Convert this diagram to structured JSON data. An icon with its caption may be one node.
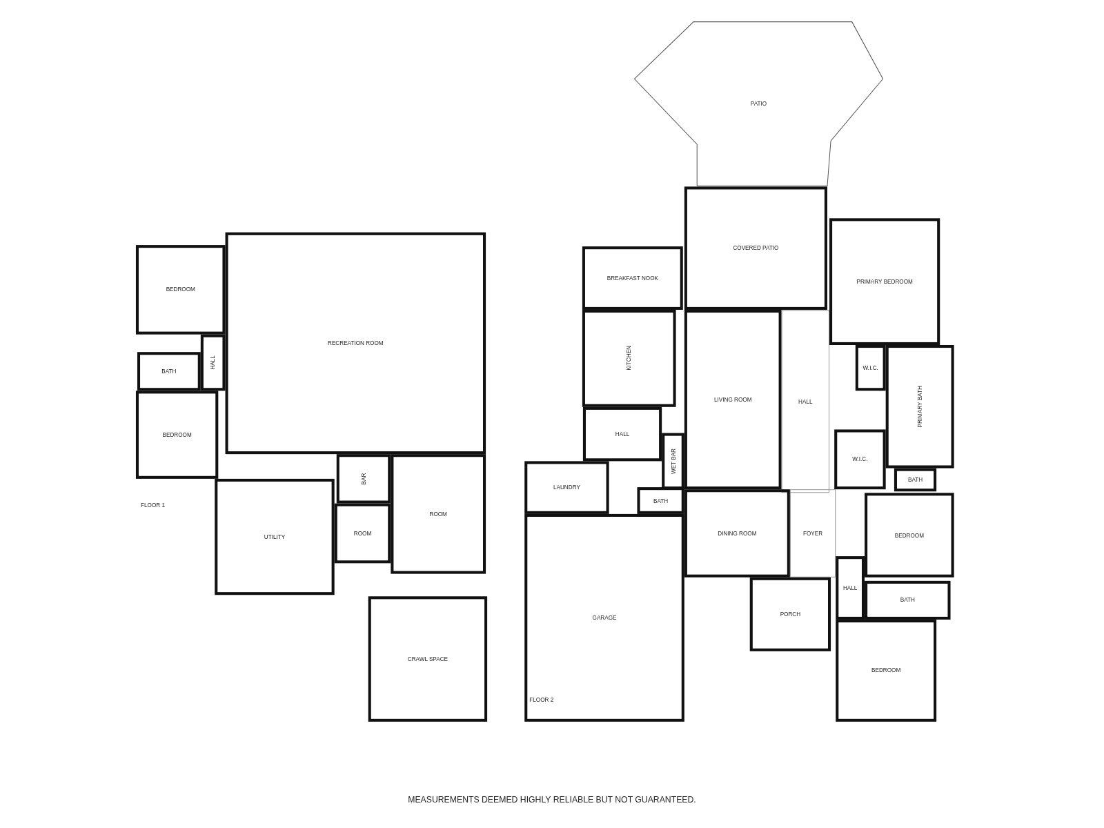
{
  "diagram": {
    "caption": "MEASUREMENTS DEEMED HIGHLY RELIABLE BUT NOT GUARANTEED.",
    "nodes": [
      {
        "text": [
          "PATIO"
        ]
      },
      {
        "text": [
          "BEDROOM"
        ]
      },
      {
        "text": [
          "COVERED PATIO"
        ]
      },
      {
        "text": [
          "PRIMARY BEDROOM"
        ]
      },
      {
        "text": [
          "BREAKFAST NOOK"
        ]
      },
      {
        "text": [
          "RECREATION ROOM"
        ]
      },
      {
        "text": [
          "HALL"
        ]
      },
      {
        "text": [
          "BATH"
        ]
      },
      {
        "text": [
          "KITCHEN"
        ]
      },
      {
        "text": [
          "LIVING ROOM"
        ]
      },
      {
        "text": [
          "W.I.C."
        ]
      },
      {
        "text": [
          "PRIMARY BATH"
        ]
      },
      {
        "text": [
          "BEDROOM"
        ]
      },
      {
        "text": [
          "HALL"
        ]
      },
      {
        "text": [
          "HALL"
        ]
      },
      {
        "text": [
          "WET BAR"
        ]
      },
      {
        "text": [
          "W.I.C."
        ]
      },
      {
        "text": [
          "BAR"
        ]
      },
      {
        "text": [
          "LAUNDRY"
        ]
      },
      {
        "text": [
          "BATH"
        ]
      },
      {
        "text": [
          "BATH"
        ]
      },
      {
        "text": [
          "ROOM"
        ]
      },
      {
        "text": [
          "ROOM"
        ]
      },
      {
        "text": [
          "DINING ROOM"
        ]
      },
      {
        "text": [
          "FOYER"
        ]
      },
      {
        "text": [
          "BEDROOM"
        ]
      },
      {
        "text": [
          "UTILITY"
        ]
      },
      {
        "text": [
          "HALL"
        ]
      },
      {
        "text": [
          "BATH"
        ]
      },
      {
        "text": [
          "PORCH"
        ]
      },
      {
        "text": [
          "GARAGE"
        ]
      },
      {
        "text": [
          "CRAWL SPACE"
        ]
      },
      {
        "text": [
          "BEDROOM"
        ]
      }
    ],
    "edges": [],
    "labels": [
      "FLOOR 1",
      "FLOOR 2"
    ]
  }
}
